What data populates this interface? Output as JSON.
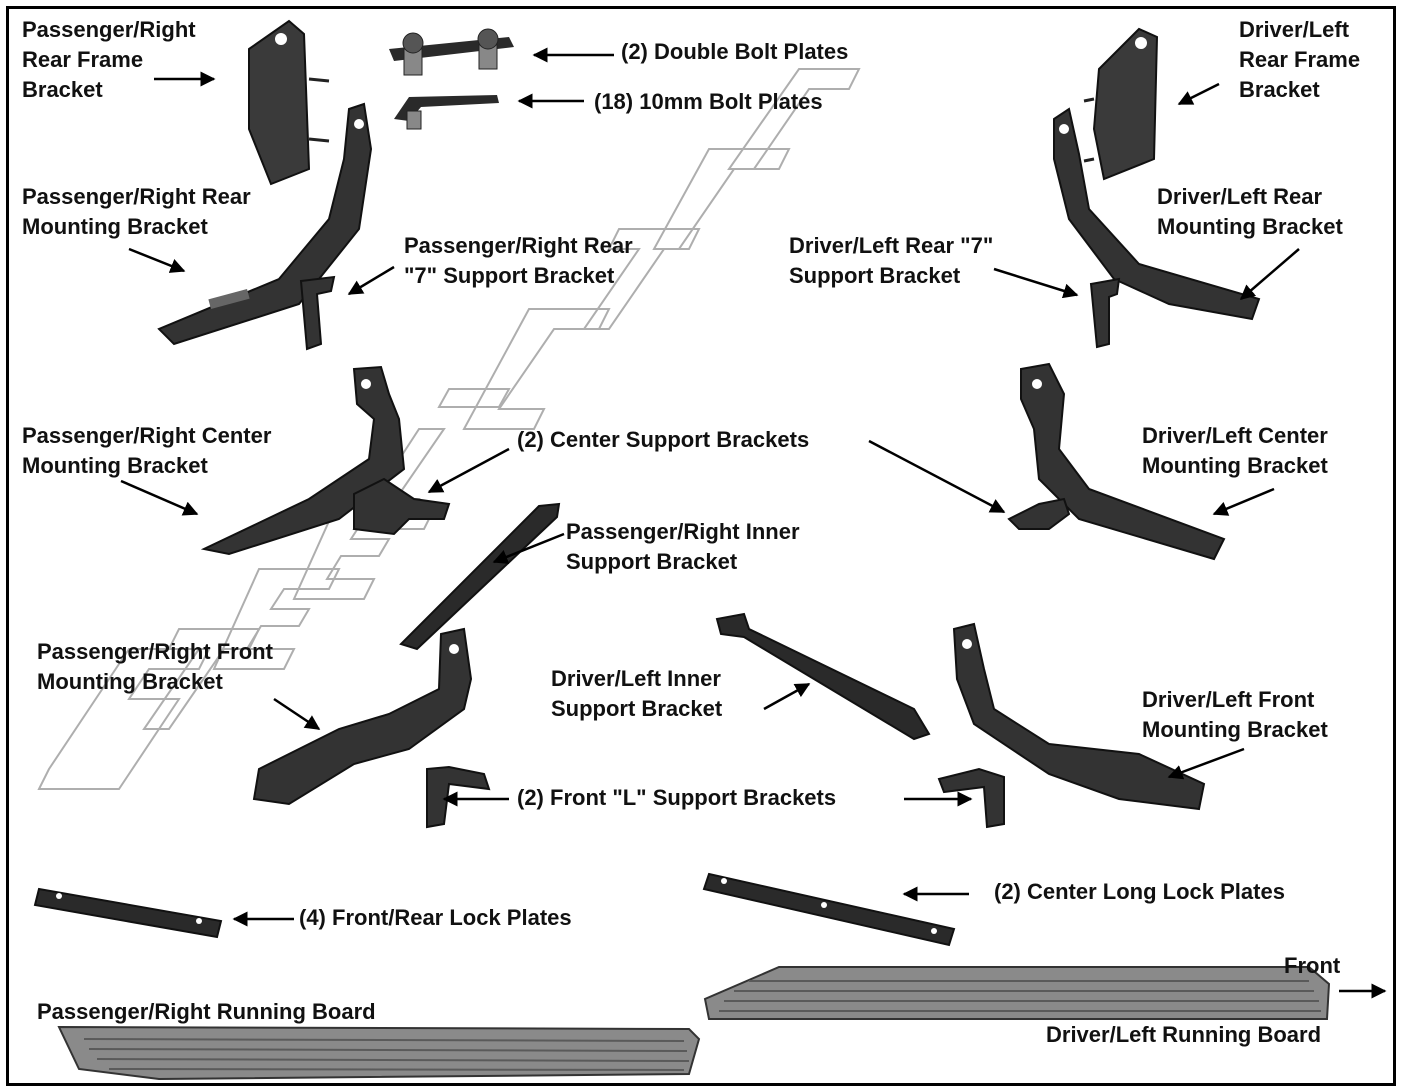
{
  "colors": {
    "part_fill": "#3a3a3a",
    "part_dark": "#161616",
    "part_light": "#6a6a6a",
    "board_fill": "#8a8a8a",
    "board_groove": "#5a5a5a",
    "watermark_stroke": "#9a9a9a",
    "arrow": "#000000"
  },
  "watermark": {
    "text": "STEEL-CRAFT",
    "style": "outlined italic logotype"
  },
  "parts": {
    "pass_rear_frame": "Passenger/Right\nRear Frame\nBracket",
    "double_bolt": "(2) Double Bolt Plates",
    "bolt_10mm": "(18) 10mm Bolt Plates",
    "drv_rear_frame": "Driver/Left\nRear Frame\nBracket",
    "pass_rear_mount": "Passenger/Right Rear\nMounting Bracket",
    "pass_rear_7": "Passenger/Right Rear\n\"7\" Support Bracket",
    "drv_rear_7": "Driver/Left Rear \"7\"\nSupport Bracket",
    "drv_rear_mount": "Driver/Left Rear\nMounting Bracket",
    "pass_center_mount": "Passenger/Right Center\nMounting Bracket",
    "center_support": "(2) Center Support Brackets",
    "drv_center_mount": "Driver/Left Center\nMounting Bracket",
    "pass_inner": "Passenger/Right Inner\nSupport Bracket",
    "pass_front_mount": "Passenger/Right Front\nMounting Bracket",
    "drv_inner": "Driver/Left Inner\nSupport Bracket",
    "drv_front_mount": "Driver/Left Front\nMounting Bracket",
    "front_l": "(2) Front \"L\" Support Brackets",
    "front_rear_lock": "(4) Front/Rear Lock Plates",
    "center_long_lock": "(2) Center Long Lock Plates",
    "front": "Front",
    "pass_board": "Passenger/Right Running Board",
    "drv_board": "Driver/Left Running Board"
  }
}
